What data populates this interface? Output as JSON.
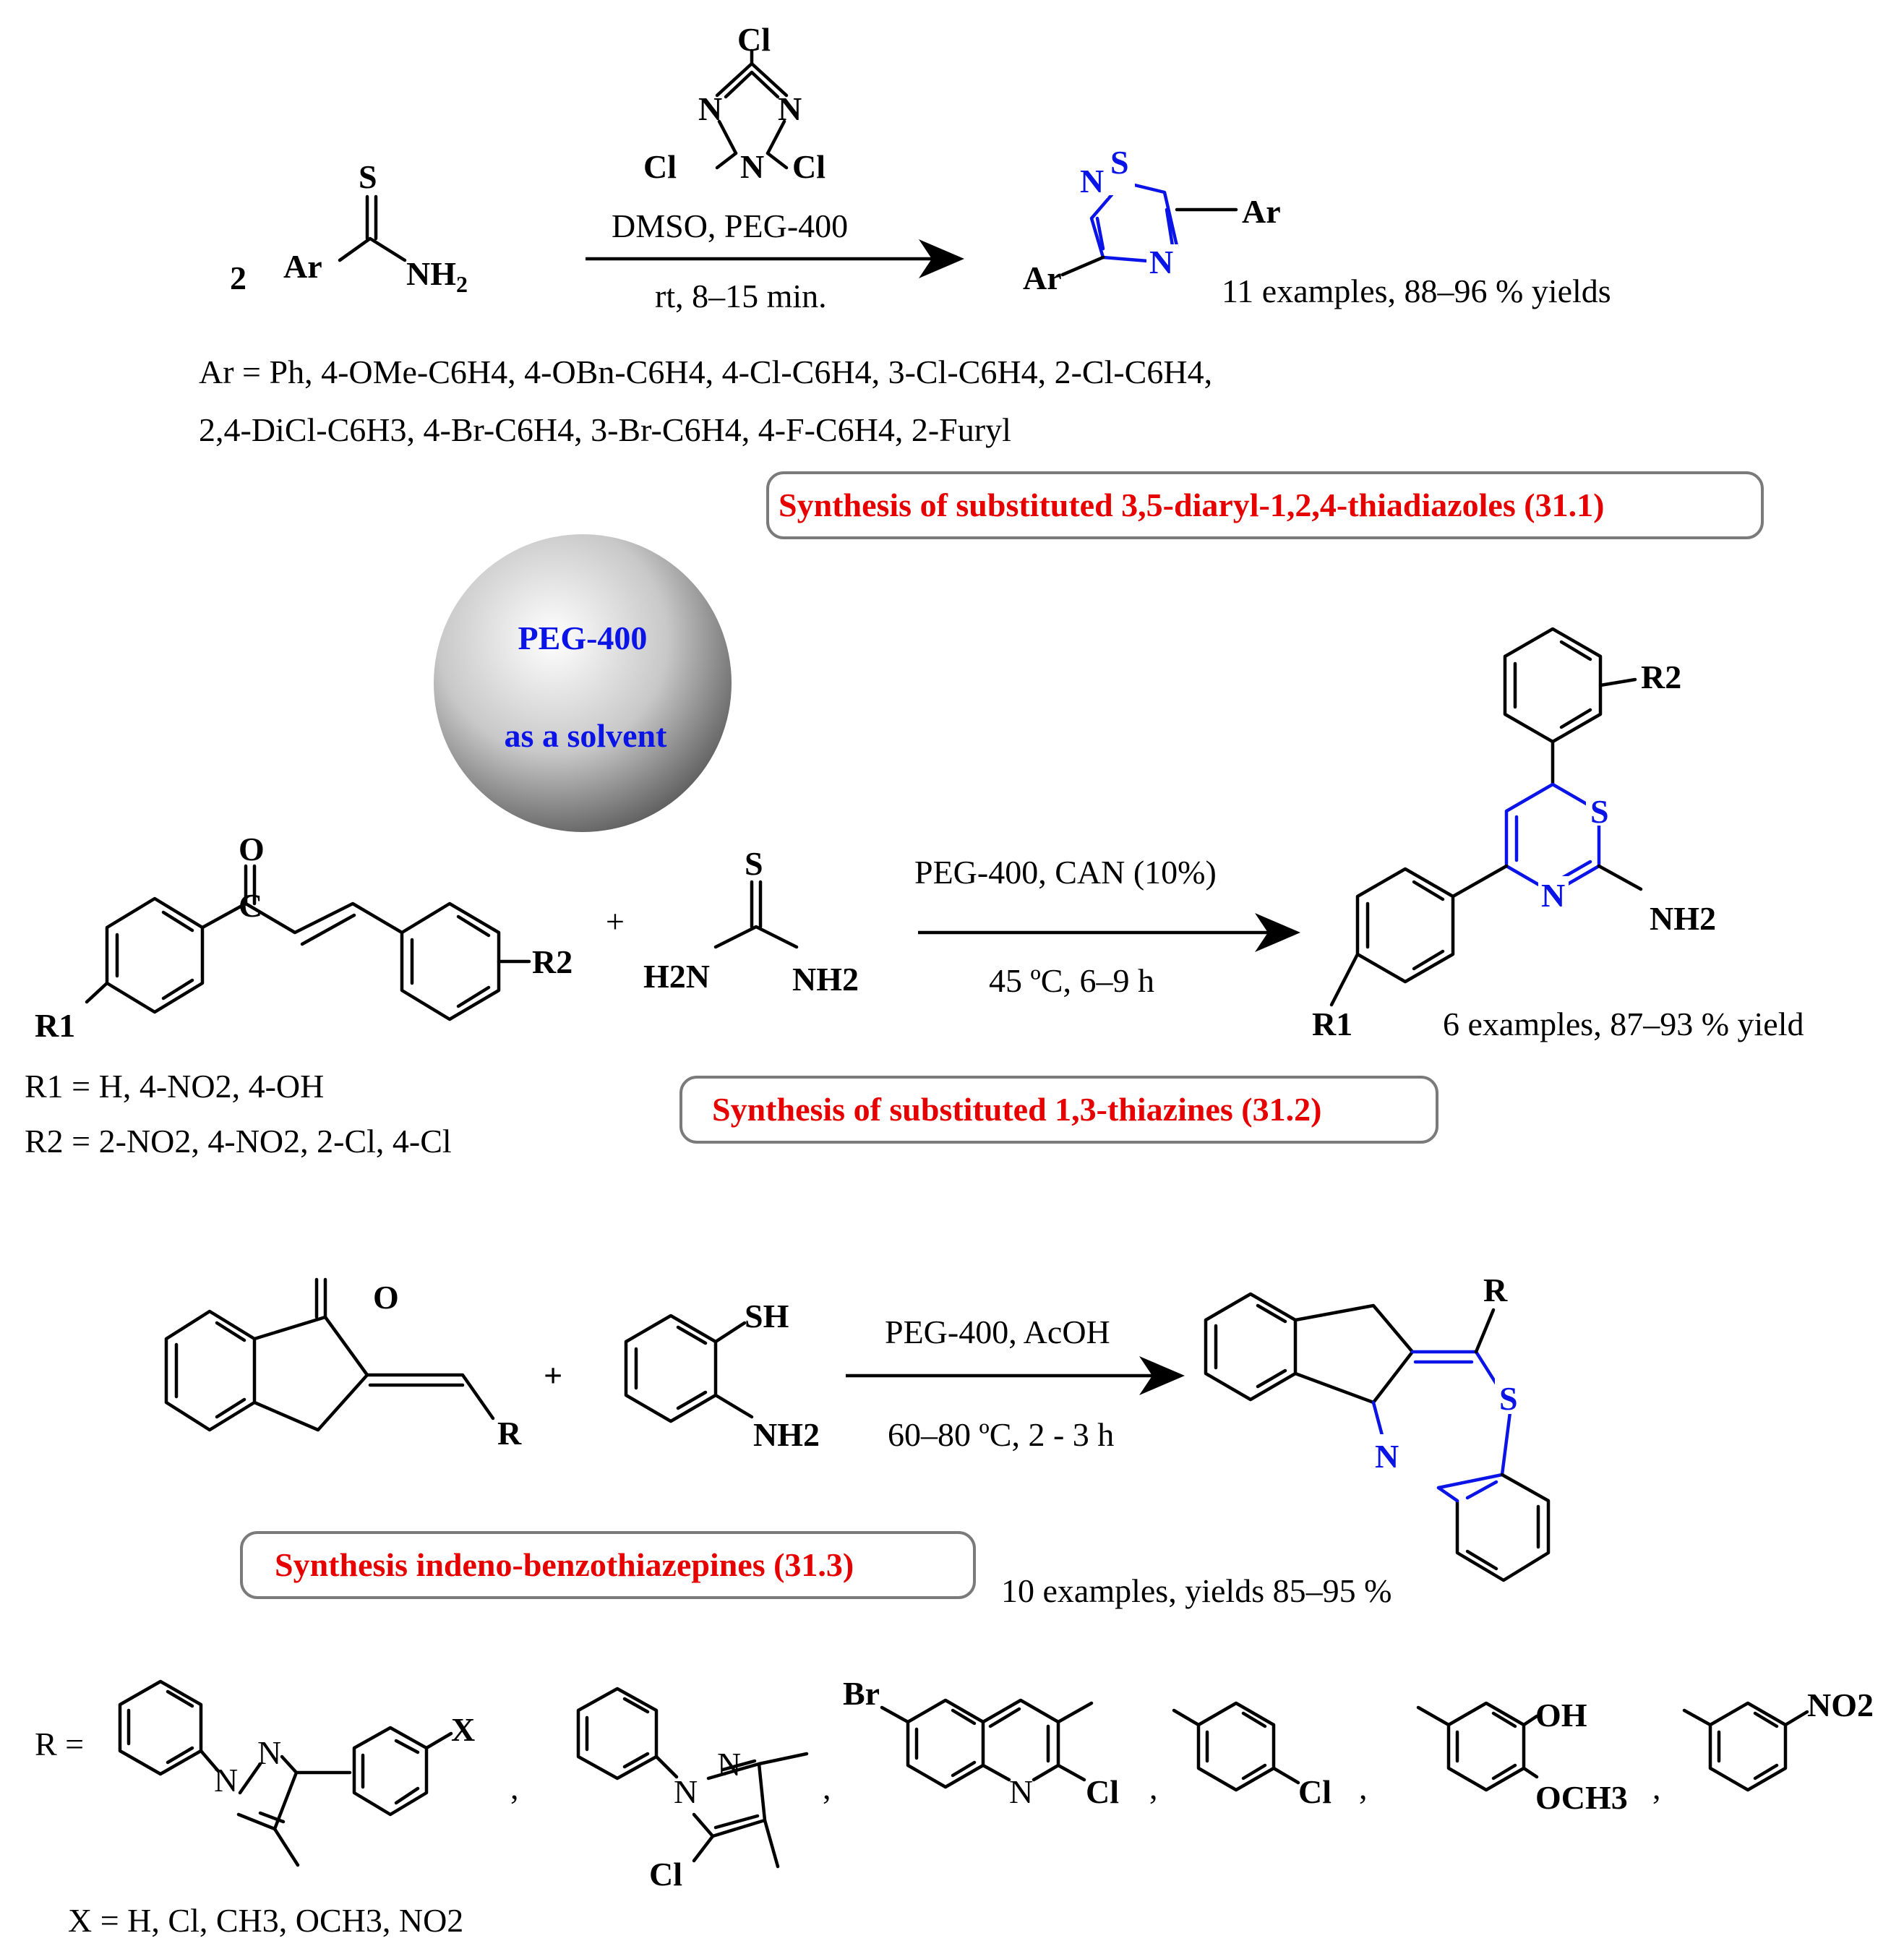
{
  "reaction1": {
    "reagent_atoms": [
      "Cl",
      "N",
      "N",
      "Cl",
      "N",
      "Cl"
    ],
    "coefficient": "2",
    "thioamide_atoms": [
      "S",
      "Ar",
      "NH",
      "2"
    ],
    "condition_top": "DMSO, PEG-400",
    "condition_bottom": "rt, 8–15 min.",
    "product_atoms": [
      "S",
      "N",
      "Ar",
      "Ar",
      "N"
    ],
    "yield_text": "11 examples, 88–96 % yields",
    "scope_line1": "Ar = Ph, 4-OMe-C6H4, 4-OBn-C6H4, 4-Cl-C6H4, 3-Cl-C6H4, 2-Cl-C6H4,",
    "scope_line2": "2,4-DiCl-C6H3, 4-Br-C6H4, 3-Br-C6H4, 4-F-C6H4, 2-Furyl",
    "title": "Synthesis of substituted 3,5-diaryl-1,2,4-thiadiazoles (31.1)"
  },
  "center": {
    "line1": "PEG-400",
    "line2": "as a solvent"
  },
  "reaction2": {
    "chalcone_atoms": [
      "O",
      "C",
      "R1",
      "R2"
    ],
    "plus": "+",
    "thiourea_atoms": [
      "S",
      "H2N",
      "NH2"
    ],
    "condition_top": "PEG-400, CAN (10%)",
    "condition_bottom": "45 ºC, 6–9 h",
    "product_atoms": [
      "R2",
      "S",
      "N",
      "NH2",
      "R1"
    ],
    "yield_text": "6 examples, 87–93 % yield",
    "r1_line": "R1 = H, 4-NO2, 4-OH",
    "r2_line": "R2 = 2-NO2, 4-NO2, 2-Cl, 4-Cl",
    "title": "Synthesis of substituted 1,3-thiazines (31.2)"
  },
  "reaction3": {
    "indanone_atoms": [
      "O",
      "R"
    ],
    "plus": "+",
    "aminothiophenol_atoms": [
      "SH",
      "NH2"
    ],
    "condition_top": "PEG-400, AcOH",
    "condition_bottom": "60–80 ºC, 2 - 3 h",
    "product_atoms": [
      "R",
      "S",
      "N"
    ],
    "title": "Synthesis indeno-benzothiazepines (31.3)",
    "yield_text": "10 examples, yields 85–95 %"
  },
  "r_groups": {
    "label": "R =",
    "pyrazole1_atoms": [
      "N",
      "N",
      "X"
    ],
    "x_line": "X = H, Cl, CH3, OCH3, NO2",
    "pyrazole2_atoms": [
      "N",
      "N",
      "Cl"
    ],
    "quinoline_atoms": [
      "Br",
      "N",
      "Cl"
    ],
    "chlorophenyl_atoms": [
      "Cl"
    ],
    "guaiacyl_atoms": [
      "OH",
      "OCH3"
    ],
    "nitrophenyl_atoms": [
      "NO2"
    ],
    "separator": ","
  },
  "colors": {
    "product_core": "#0a14e6",
    "titles": "#e60000",
    "box_border": "#7a7a7a"
  }
}
